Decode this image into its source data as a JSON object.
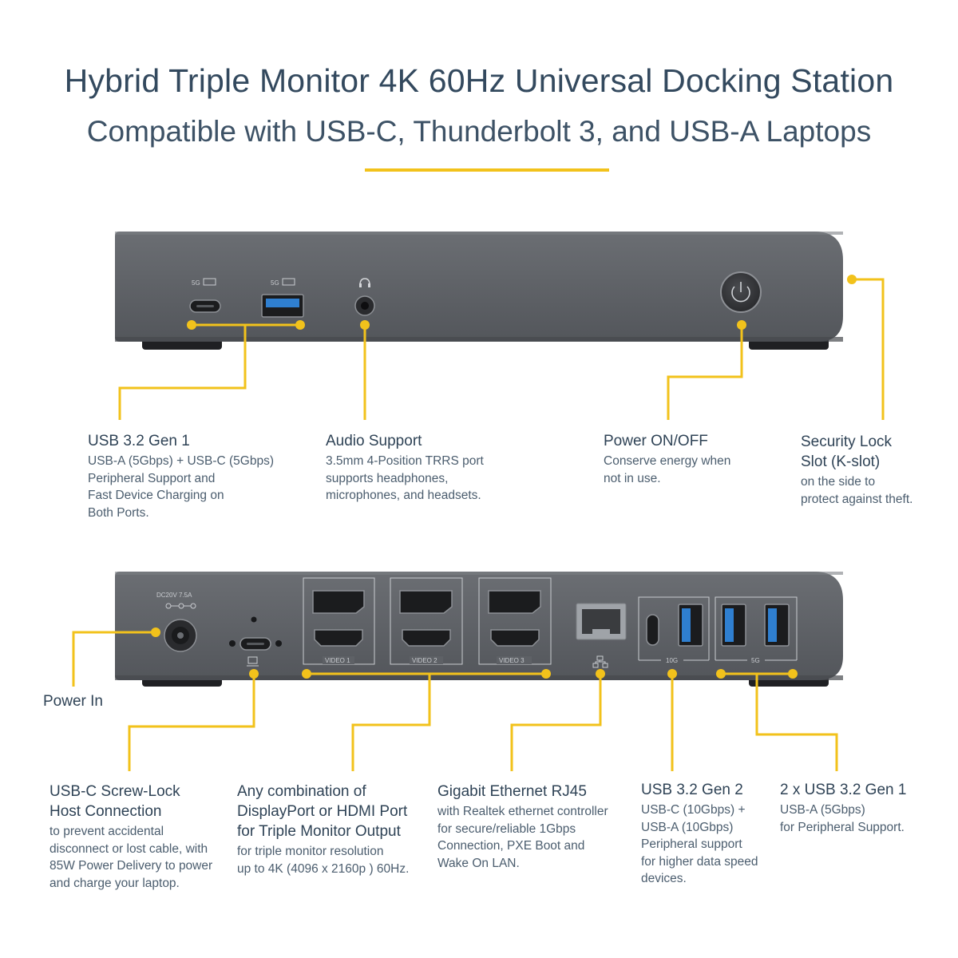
{
  "header": {
    "title": "Hybrid Triple Monitor 4K 60Hz Universal Docking Station",
    "subtitle": "Compatible with USB-C, Thunderbolt 3, and USB-A Laptops"
  },
  "accent_color": "#f2c21b",
  "device_color": "#5d5f64",
  "front_panel": {
    "port_labels": [
      "5G",
      "5G"
    ],
    "icons": [
      "usb-c-port-icon",
      "usb-a-port-icon",
      "headset-icon",
      "power-button-icon"
    ]
  },
  "rear_panel": {
    "power_rating": "DC20V 7.5A",
    "video_labels": [
      "VIDEO 1",
      "VIDEO 2",
      "VIDEO 3"
    ],
    "group_labels": [
      "10G",
      "5G"
    ],
    "icons": [
      "dc-power-jack-icon",
      "usb-c-host-icon",
      "displayport-icon",
      "hdmi-icon",
      "ethernet-icon",
      "network-icon"
    ]
  },
  "callouts": {
    "usb_front": {
      "title": "USB 3.2 Gen 1",
      "desc": "USB-A (5Gbps) + USB-C (5Gbps)\nPeripheral Support and\nFast Device Charging on\nBoth Ports."
    },
    "audio": {
      "title": "Audio Support",
      "desc": "3.5mm 4-Position TRRS port\nsupports headphones,\nmicrophones, and headsets."
    },
    "power_button": {
      "title": "Power ON/OFF",
      "desc": "Conserve energy when\nnot in use."
    },
    "security": {
      "title": "Security Lock\nSlot (K-slot)",
      "desc": "on the side to\nprotect against theft."
    },
    "power_in": {
      "title": "Power In"
    },
    "host": {
      "title": "USB-C Screw-Lock\nHost Connection",
      "desc": "to prevent accidental\ndisconnect or lost cable, with\n85W Power Delivery to power\nand charge your laptop."
    },
    "video": {
      "title": "Any combination of\nDisplayPort or HDMI Port\nfor Triple Monitor Output",
      "desc": "for triple monitor resolution\nup to 4K (4096 x  2160p ) 60Hz."
    },
    "ethernet": {
      "title": "Gigabit Ethernet RJ45",
      "desc": "with Realtek ethernet controller\nfor secure/reliable 1Gbps\nConnection, PXE Boot and\nWake On LAN."
    },
    "usb_gen2": {
      "title": "USB 3.2 Gen 2",
      "desc": "USB-C (10Gbps) +\nUSB-A (10Gbps)\nPeripheral support\nfor higher data speed\ndevices."
    },
    "usb_gen1_rear": {
      "title": "2 x USB 3.2 Gen 1",
      "desc": "USB-A (5Gbps)\nfor Peripheral Support."
    }
  }
}
